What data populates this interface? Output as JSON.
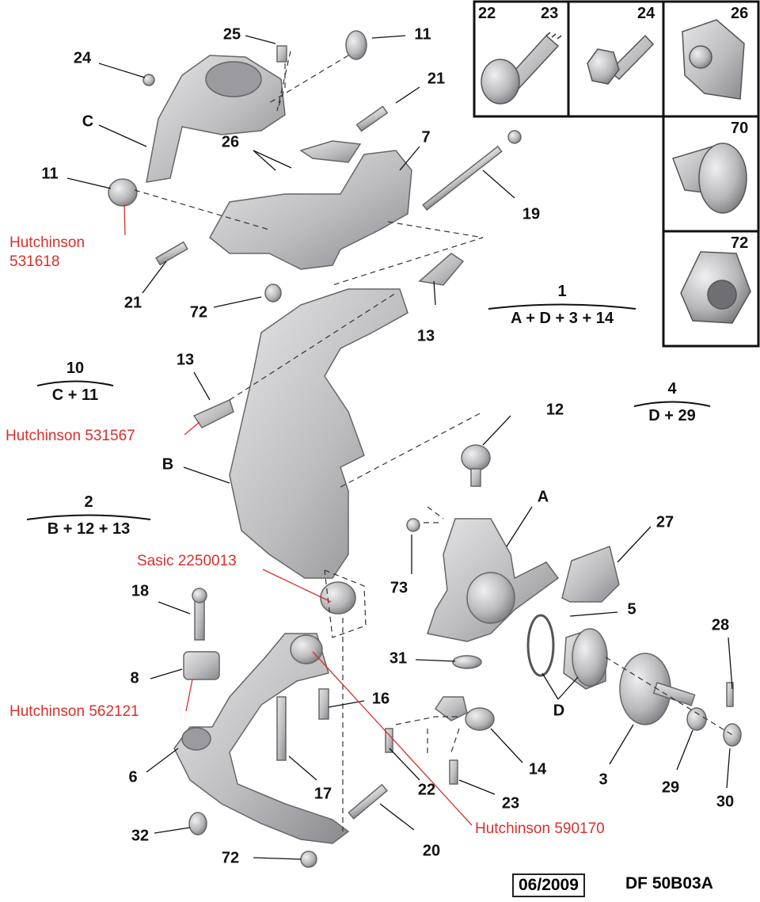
{
  "callouts": {
    "n25": "25",
    "n11a": "11",
    "n24": "24",
    "n21a": "21",
    "C": "C",
    "n7": "7",
    "n26": "26",
    "n11b": "11",
    "n19": "19",
    "n21b": "21",
    "n72a": "72",
    "n13a": "13",
    "n13b": "13",
    "B": "B",
    "n12": "12",
    "A": "A",
    "n27": "27",
    "n73": "73",
    "n5": "5",
    "n18": "18",
    "n28": "28",
    "n31": "31",
    "n8": "8",
    "n16": "16",
    "D": "D",
    "n6": "6",
    "n14": "14",
    "n3": "3",
    "n29": "29",
    "n17": "17",
    "n22": "22",
    "n23": "23",
    "n30": "30",
    "n32": "32",
    "n20": "20",
    "n72b": "72"
  },
  "parts_box": {
    "cell1_left": "22",
    "cell1_right": "23",
    "cell2": "24",
    "cell3": "26",
    "cell4": "70",
    "cell5": "72"
  },
  "kits": [
    {
      "number": "1",
      "formula": "A + D + 3 + 14"
    },
    {
      "number": "10",
      "formula": "C + 11"
    },
    {
      "number": "4",
      "formula": "D + 29"
    },
    {
      "number": "2",
      "formula": "B + 12 + 13"
    }
  ],
  "red_notes": {
    "hutch_531618_line1": "Hutchinson",
    "hutch_531618_line2": "531618",
    "hutch_531567": "Hutchinson 531567",
    "sasic": "Sasic 2250013",
    "hutch_562121": "Hutchinson 562121",
    "hutch_590170": "Hutchinson 590170"
  },
  "footer": {
    "date": "06/2009",
    "code": "DF 50B03A"
  },
  "colors": {
    "annotation": "#d9302c",
    "part_fill": "#c9c9cb",
    "part_shadow": "#8d8d90",
    "line": "#111111"
  }
}
